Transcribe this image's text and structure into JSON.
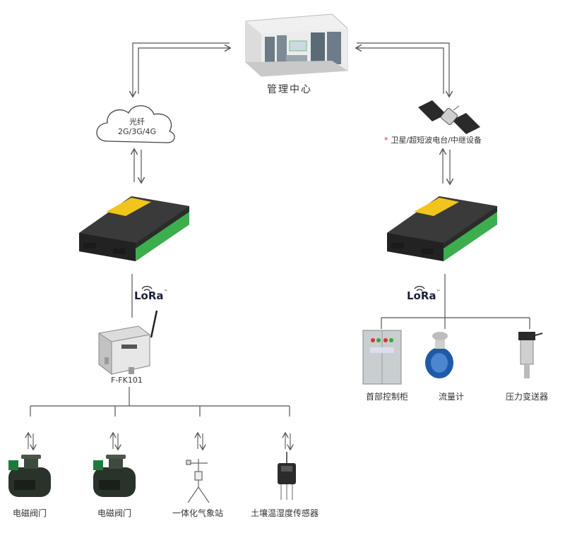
{
  "center": {
    "label": "管理中心"
  },
  "cloud": {
    "line1": "光纤",
    "line2": "2G/3G/4G"
  },
  "satellite": {
    "star": "*",
    "label": "卫星/超短波电台/中继设备"
  },
  "lora": {
    "left": "LoRa",
    "right": "LoRa",
    "tm": "™"
  },
  "rtu": {
    "label": "F-FK101"
  },
  "left_devices": [
    {
      "label": "电磁阀门"
    },
    {
      "label": "电磁阀门"
    },
    {
      "label": "一体化气象站"
    },
    {
      "label": "土壤温湿度传感器"
    }
  ],
  "right_devices": [
    {
      "label": "首部控制柜"
    },
    {
      "label": "流量计"
    },
    {
      "label": "压力变送器"
    }
  ],
  "colors": {
    "gateway_body": "#2b2b2b",
    "terminal_green": "#3cae4e",
    "sticker": "#f2c51c",
    "valve": "#2e3a2e",
    "flowmeter": "#1e5aa8",
    "line": "#555555",
    "star": "#d8262c"
  }
}
